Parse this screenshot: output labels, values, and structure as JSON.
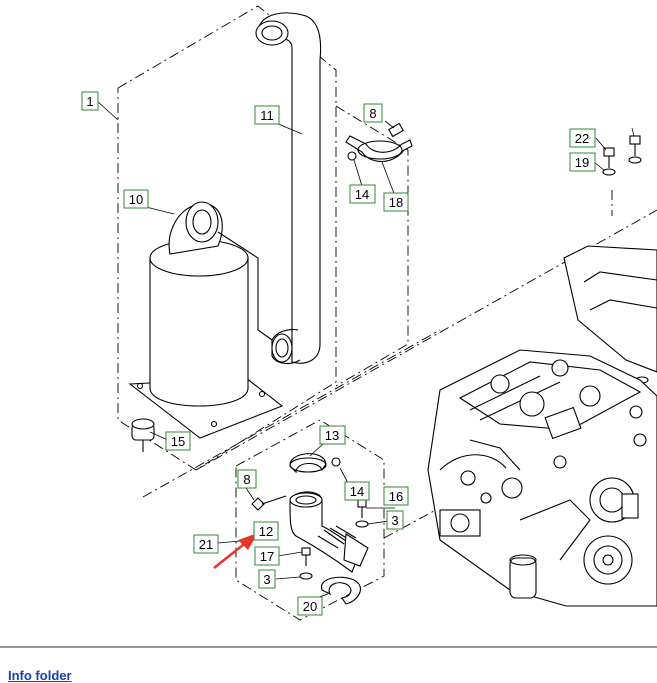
{
  "footer": {
    "info_folder_link": "Info folder"
  },
  "callouts": [
    {
      "id": "c1",
      "label": "1"
    },
    {
      "id": "c8a",
      "label": "8"
    },
    {
      "id": "c11",
      "label": "11"
    },
    {
      "id": "c22",
      "label": "22"
    },
    {
      "id": "c19",
      "label": "19"
    },
    {
      "id": "c14a",
      "label": "14"
    },
    {
      "id": "c18",
      "label": "18"
    },
    {
      "id": "c10",
      "label": "10"
    },
    {
      "id": "c15",
      "label": "15"
    },
    {
      "id": "c13",
      "label": "13"
    },
    {
      "id": "c8b",
      "label": "8"
    },
    {
      "id": "c14b",
      "label": "14"
    },
    {
      "id": "c16",
      "label": "16"
    },
    {
      "id": "c3a",
      "label": "3"
    },
    {
      "id": "c12",
      "label": "12"
    },
    {
      "id": "c21",
      "label": "21"
    },
    {
      "id": "c17",
      "label": "17"
    },
    {
      "id": "c3b",
      "label": "3"
    },
    {
      "id": "c20",
      "label": "20"
    }
  ],
  "colors": {
    "callout_border": "#2f8a2f",
    "arrow": "#e8352b",
    "link": "#1a3fb5"
  }
}
